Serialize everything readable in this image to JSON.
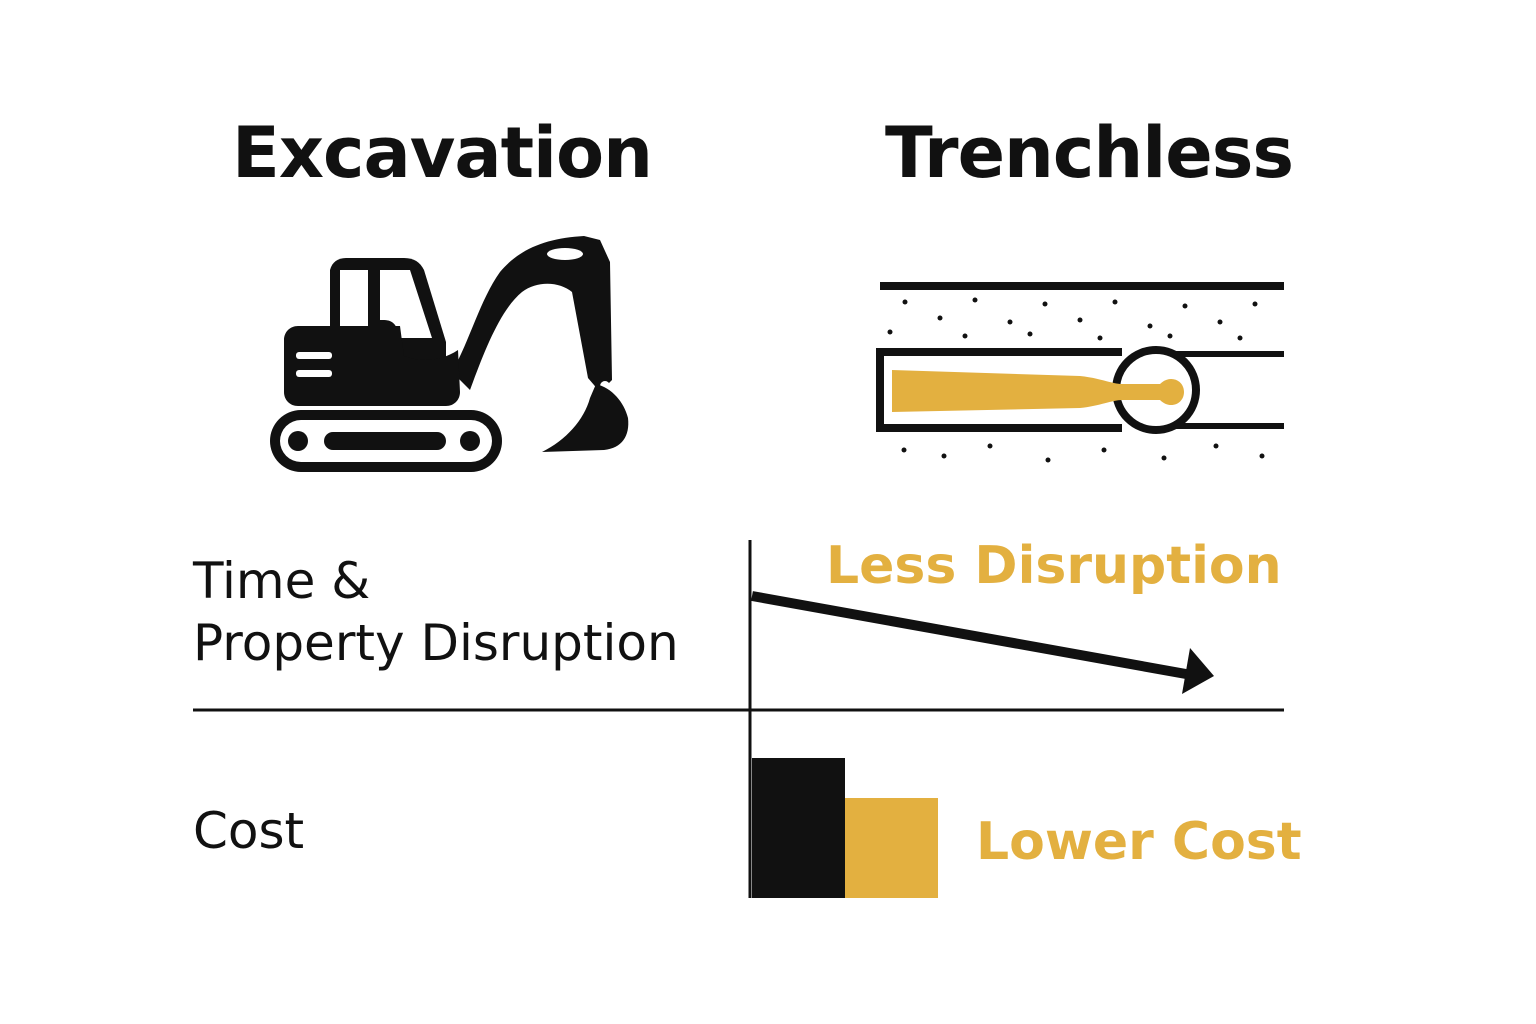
{
  "columns": {
    "left_title": "Excavation",
    "right_title": "Trenchless"
  },
  "rows": {
    "time_label_line1": "Time &",
    "time_label_line2": "Property Disruption",
    "cost_label": "Cost"
  },
  "results": {
    "disruption_text": "Less Disruption",
    "cost_text": "Lower Cost"
  },
  "icons": {
    "left": "excavator-icon",
    "right": "trenchless-pipe-icon",
    "trend": "downward-arrow-icon"
  },
  "colors": {
    "ink": "#111111",
    "accent": "#E3B040",
    "background": "#ffffff"
  }
}
